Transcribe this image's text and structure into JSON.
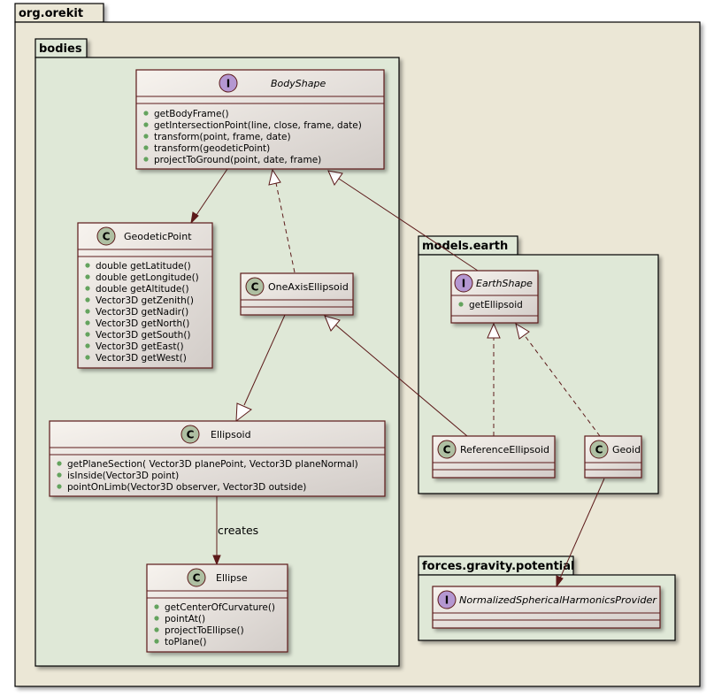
{
  "packages": {
    "root": "org.orekit",
    "bodies": "bodies",
    "earth": "models.earth",
    "gravity": "forces.gravity.potential"
  },
  "classes": {
    "bodyshape": {
      "name": "BodyShape",
      "kind": "I",
      "members": [
        "getBodyFrame()",
        "getIntersectionPoint(line, close, frame, date)",
        "transform(point, frame, date)",
        "transform(geodeticPoint)",
        "projectToGround(point, date, frame)"
      ]
    },
    "geodeticpoint": {
      "name": "GeodeticPoint",
      "kind": "C",
      "members": [
        "double getLatitude()",
        "double getLongitude()",
        "double getAltitude()",
        "Vector3D getZenith()",
        "Vector3D getNadir()",
        "Vector3D getNorth()",
        "Vector3D getSouth()",
        "Vector3D getEast()",
        "Vector3D getWest()"
      ]
    },
    "oneaxis": {
      "name": "OneAxisEllipsoid",
      "kind": "C",
      "members": []
    },
    "ellipsoid": {
      "name": "Ellipsoid",
      "kind": "C",
      "members": [
        "getPlaneSection( Vector3D planePoint, Vector3D planeNormal)",
        "isInside(Vector3D point)",
        "pointOnLimb(Vector3D observer, Vector3D outside)"
      ]
    },
    "ellipse": {
      "name": "Ellipse",
      "kind": "C",
      "members": [
        "getCenterOfCurvature()",
        "pointAt()",
        "projectToEllipse()",
        "toPlane()"
      ]
    },
    "earthshape": {
      "name": "EarthShape",
      "kind": "I",
      "members": [
        "getEllipsoid"
      ]
    },
    "refellipsoid": {
      "name": "ReferenceEllipsoid",
      "kind": "C",
      "members": []
    },
    "geoid": {
      "name": "Geoid",
      "kind": "C",
      "members": []
    },
    "nshp": {
      "name": "NormalizedSphericalHarmonicsProvider",
      "kind": "I",
      "members": []
    }
  },
  "relations": {
    "creates_label": "creates"
  },
  "colors": {
    "outer_package": "#ebe7d6",
    "inner_package": "#dfe8d7",
    "class_fill_top": "#f7f3ee",
    "class_fill_bottom": "#d2ccc8",
    "border": "#5c1a1a",
    "class_circle": "#aebfa2",
    "interface_circle": "#b497d1",
    "member_dot": "#64a35e"
  }
}
